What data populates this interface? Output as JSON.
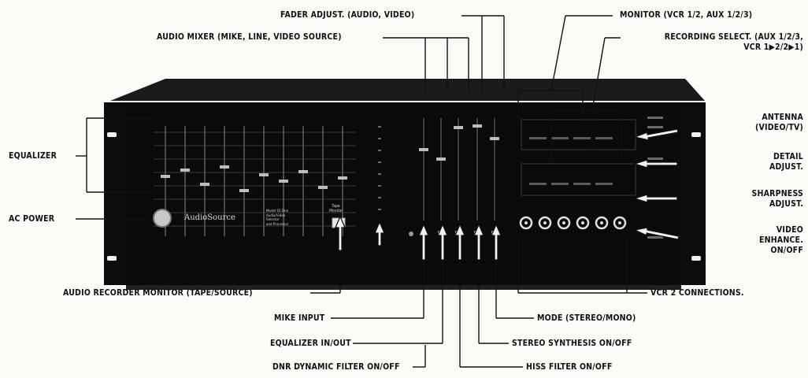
{
  "callouts": {
    "fader_adjust": "FADER ADJUST. (AUDIO, VIDEO)",
    "monitor": "MONITOR (VCR 1/2, AUX 1/2/3)",
    "audio_mixer": "AUDIO MIXER (MIKE, LINE, VIDEO SOURCE)",
    "recording_select_1": "RECORDING SELECT. (AUX 1/2/3,",
    "recording_select_2": "VCR 1▶2/2▶1)",
    "antenna_1": "ANTENNA",
    "antenna_2": "(VIDEO/TV)",
    "equalizer": "EQUALIZER",
    "detail_1": "DETAIL",
    "detail_2": "ADJUST.",
    "sharpness_1": "SHARPNESS",
    "sharpness_2": "ADJUST.",
    "ac_power": "AC POWER",
    "video_enhance_1": "VIDEO",
    "video_enhance_2": "ENHANCE.",
    "video_enhance_3": "ON/OFF",
    "audio_recorder_monitor": "AUDIO RECORDER MONITOR (TAPE/SOURCE)",
    "vcr2_connections": "VCR 2 CONNECTIONS.",
    "mike_input": "MIKE INPUT",
    "mode": "MODE (STEREO/MONO)",
    "equalizer_in_out": "EQUALIZER IN/OUT",
    "stereo_synthesis": "STEREO SYNTHESIS ON/OFF",
    "dnr_filter": "DNR DYNAMIC FILTER ON/OFF",
    "hiss_filter": "HISS FILTER ON/OFF"
  },
  "device": {
    "brand": "AudioSource",
    "model_1": "Model SS One",
    "model_2": "Audio/Video",
    "model_3": "Selector",
    "model_4": "and Processor",
    "tape_label_1": "Tape",
    "tape_label_2": "Monitor"
  }
}
